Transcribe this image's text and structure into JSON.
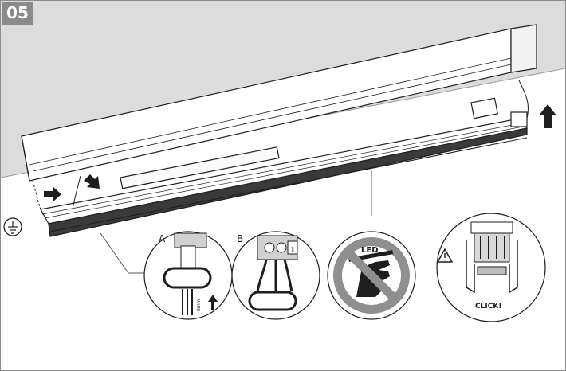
{
  "step": {
    "number": "05"
  },
  "detail_a": {
    "label": "A",
    "measure": "8mm"
  },
  "detail_b": {
    "label": "B",
    "terminal_1": "1"
  },
  "no_touch": {
    "label": "LED"
  },
  "click_detail": {
    "label": "CLICK!"
  },
  "colors": {
    "wall": "#dcdcdc",
    "badge": "#8a8a8a",
    "forbidden": "#8f8f8f",
    "ink": "#1e1e1e"
  },
  "icons": [
    "ground-symbol-icon",
    "arrow-up-icon",
    "arrow-right-icon",
    "warning-triangle-icon",
    "no-touch-hand-icon"
  ]
}
